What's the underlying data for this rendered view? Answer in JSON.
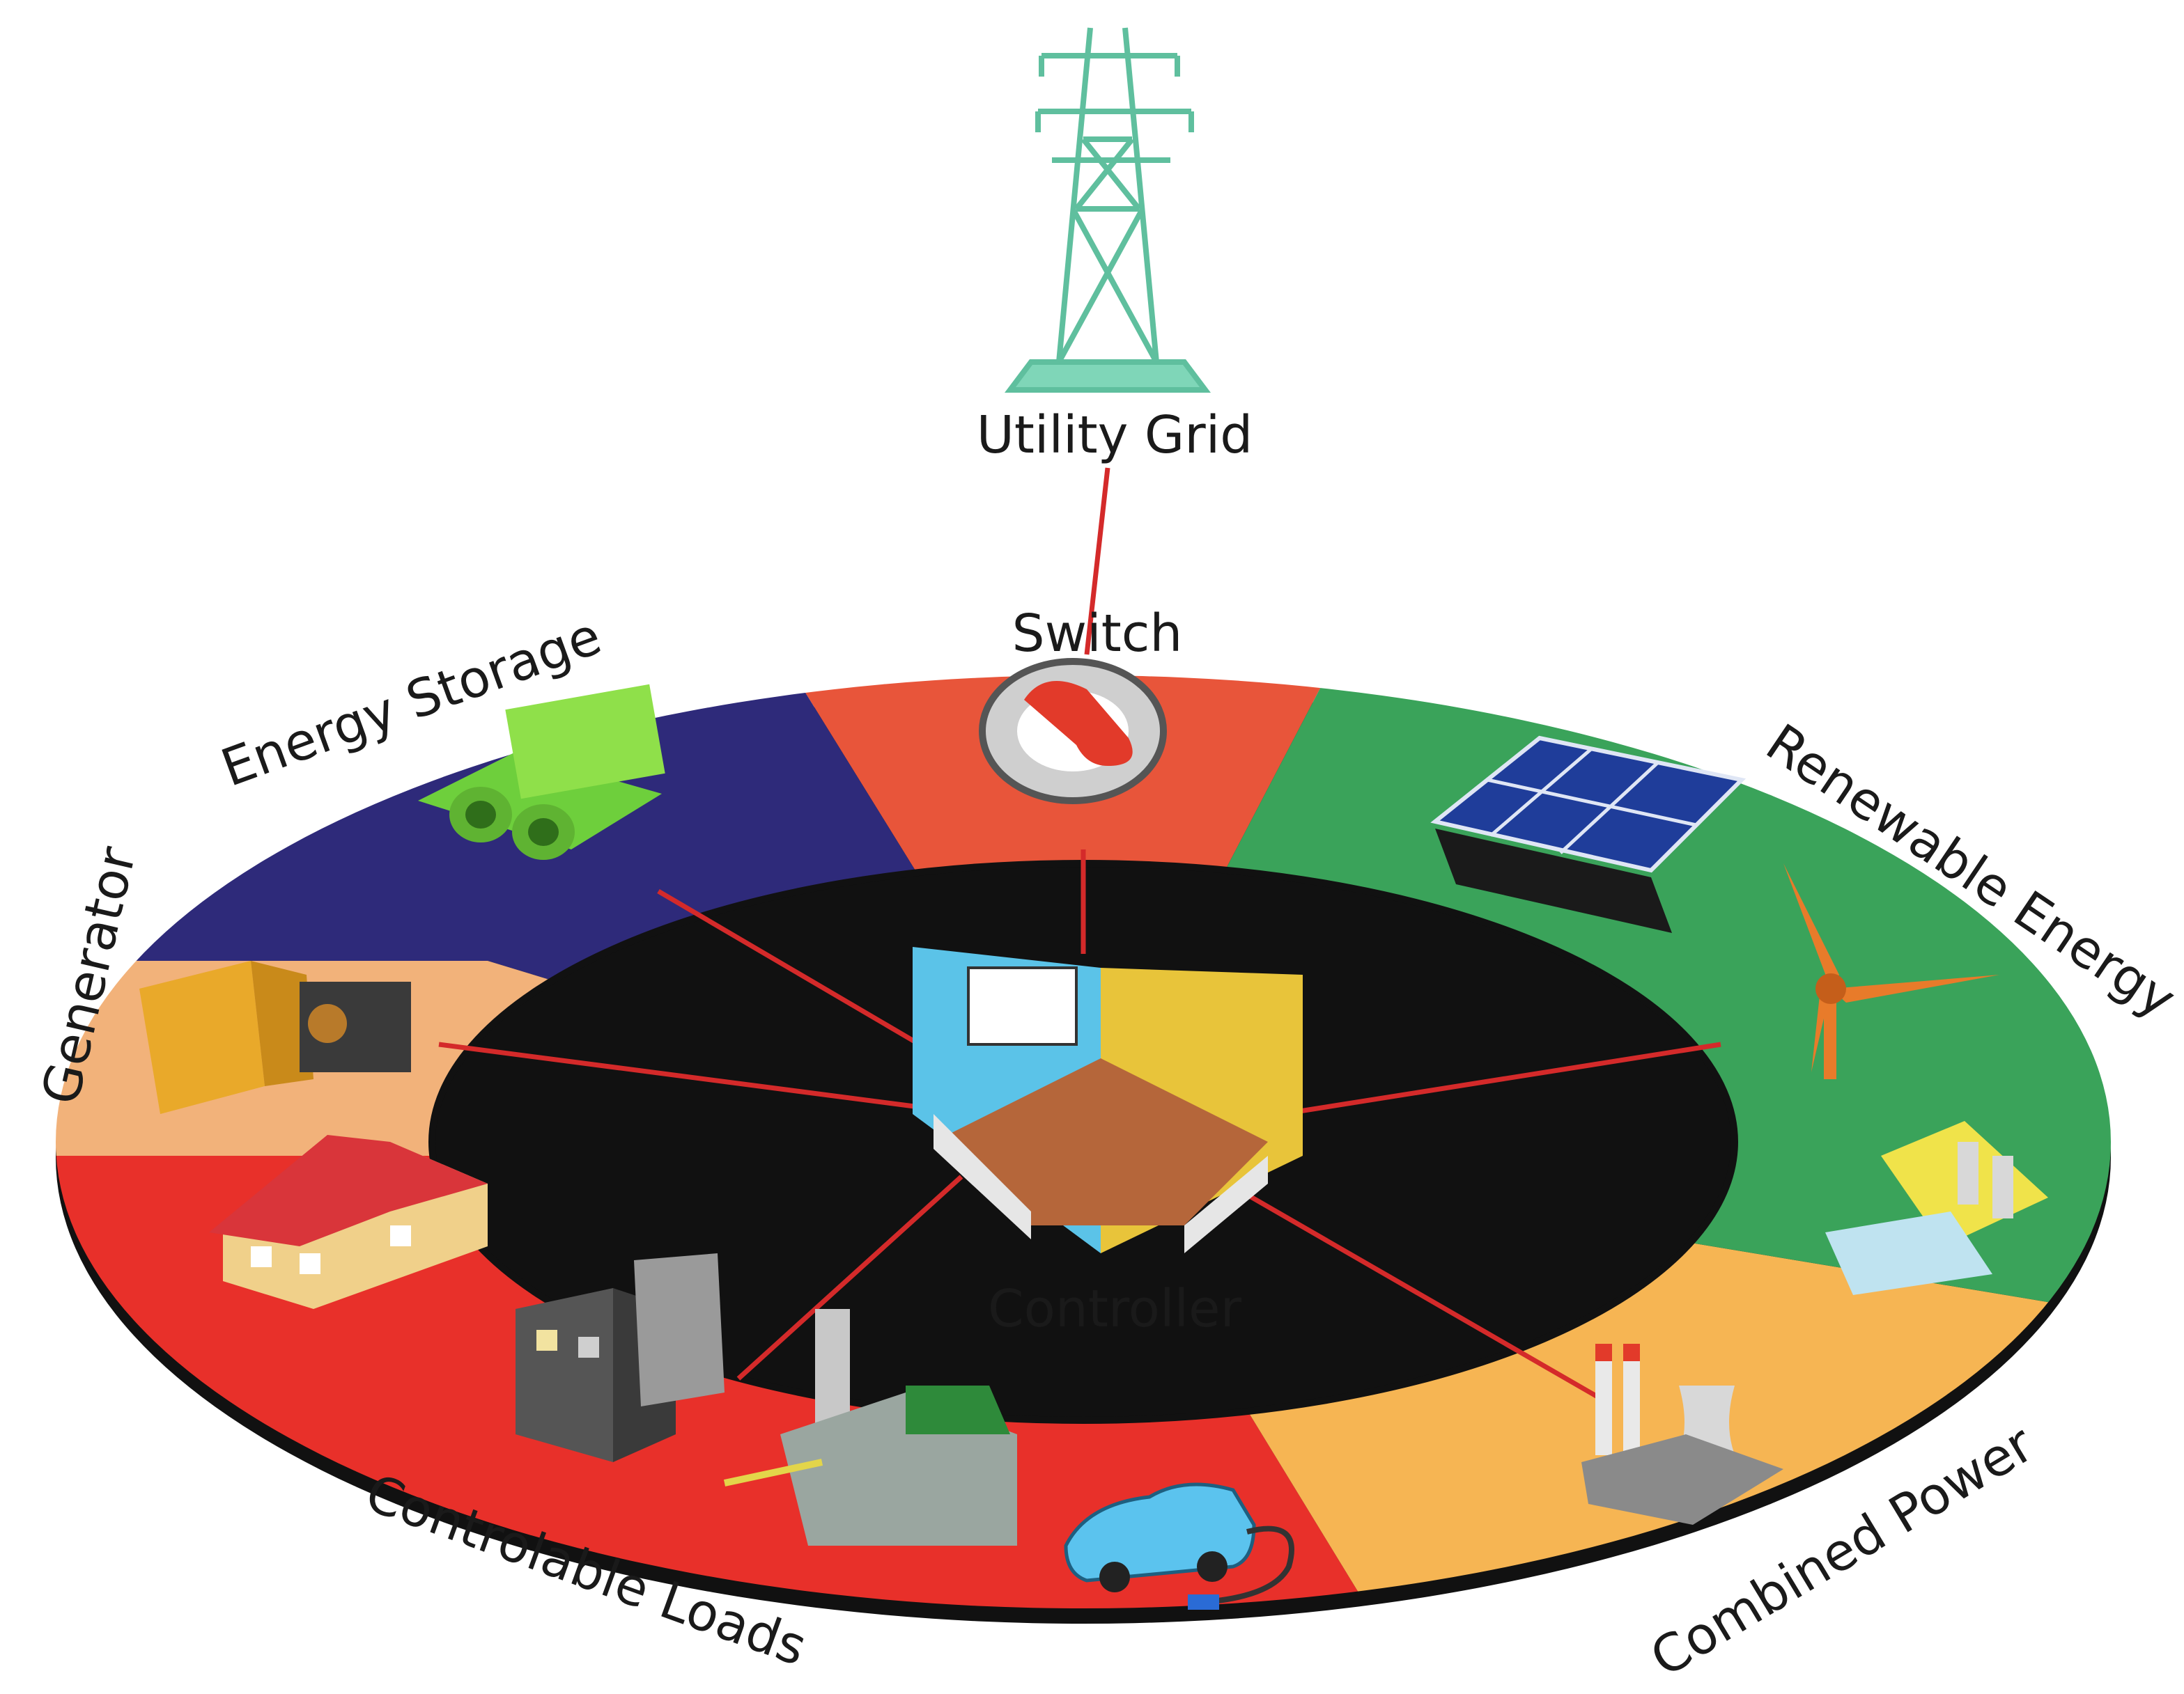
{
  "labels": {
    "utility_grid": "Utility Grid",
    "switch": "Switch",
    "energy_storage": "Energy Storage",
    "generator": "Generator",
    "renewable_energy": "Renewable Energy",
    "combined_power": "Combined Power",
    "controlable_loads": "Controlable Loads",
    "controller": "Controller"
  },
  "segments": [
    {
      "id": "switch",
      "color": "#e8553a"
    },
    {
      "id": "energy_storage",
      "color": "#2e2a7a"
    },
    {
      "id": "generator",
      "color": "#f2b27a"
    },
    {
      "id": "controlable_loads",
      "color": "#e8302a"
    },
    {
      "id": "combined_power",
      "color": "#f6b553"
    },
    {
      "id": "renewable_energy",
      "color": "#3aa35a"
    }
  ],
  "colors": {
    "connector": "#d42a2a",
    "tower": "#7fd6b8",
    "ring_edge": "#1a1a1a"
  },
  "icons": [
    "transmission-tower-icon",
    "switch-knob-icon",
    "battery-icon",
    "generator-icon",
    "solar-panel-icon",
    "wind-turbine-icon",
    "hydro-dam-icon",
    "power-plant-icon",
    "house-icon",
    "building-icon",
    "factory-icon",
    "electric-car-icon",
    "control-room-icon"
  ]
}
